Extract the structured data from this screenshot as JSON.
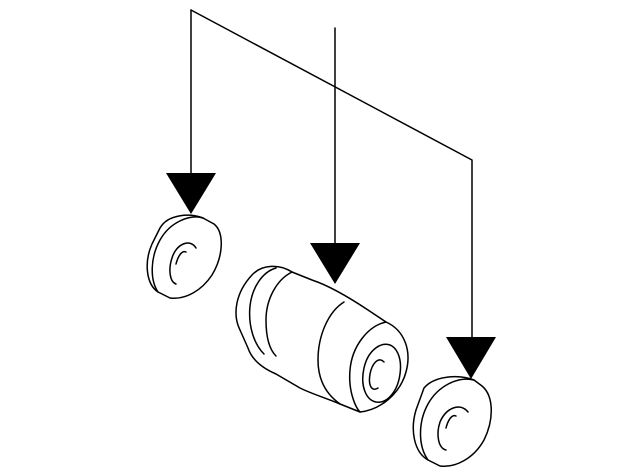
{
  "diagram": {
    "colors": {
      "line": "#000000",
      "background": "#ffffff"
    },
    "parts": [
      {
        "name": "bushing-cap-upper-left"
      },
      {
        "name": "bushing-center"
      },
      {
        "name": "bushing-cap-lower-right"
      }
    ],
    "callout_arrows": 3
  }
}
